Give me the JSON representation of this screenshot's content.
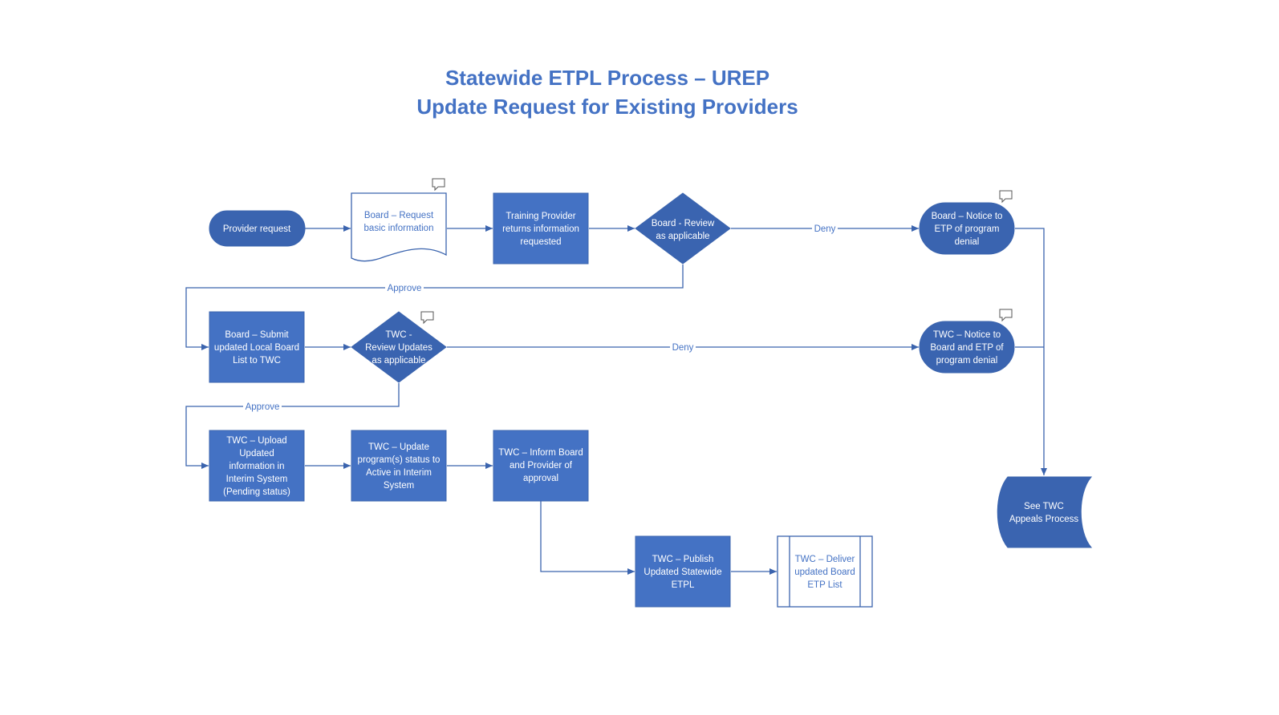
{
  "title": {
    "line1": "Statewide ETPL Process – UREP",
    "line2": "Update Request for Existing Providers"
  },
  "colors": {
    "fill": "#4472C4",
    "dark_fill": "#3A64B0",
    "stroke": "#3B64AE",
    "title": "#4472C4",
    "white": "#ffffff"
  },
  "nodes": {
    "provider_request": {
      "lines": [
        "Provider request"
      ]
    },
    "board_request_info": {
      "lines": [
        "Board – Request",
        "basic information"
      ]
    },
    "training_provider_returns": {
      "lines": [
        "Training Provider",
        "returns information",
        "requested"
      ]
    },
    "board_review": {
      "lines": [
        "Board - Review",
        "as applicable"
      ]
    },
    "board_notice_denial": {
      "lines": [
        "Board – Notice to",
        "ETP of program",
        "denial"
      ]
    },
    "board_submit_list": {
      "lines": [
        "Board – Submit",
        "updated Local Board",
        "List to TWC"
      ]
    },
    "twc_review_updates": {
      "lines": [
        "TWC -",
        "Review Updates",
        "as applicable"
      ]
    },
    "twc_notice_denial": {
      "lines": [
        "TWC – Notice to",
        "Board and ETP of",
        "program denial"
      ]
    },
    "twc_upload": {
      "lines": [
        "TWC – Upload",
        "Updated",
        "information in",
        "Interim System",
        "(Pending status)"
      ]
    },
    "twc_update_status": {
      "lines": [
        "TWC – Update",
        "program(s) status to",
        "Active in Interim",
        "System"
      ]
    },
    "twc_inform": {
      "lines": [
        "TWC – Inform Board",
        "and Provider of",
        "approval"
      ]
    },
    "twc_publish": {
      "lines": [
        "TWC – Publish",
        "Updated Statewide",
        "ETPL"
      ]
    },
    "twc_deliver": {
      "lines": [
        "TWC – Deliver",
        "updated Board",
        "ETP List"
      ]
    },
    "see_appeals": {
      "lines": [
        "See TWC",
        "Appeals Process"
      ]
    }
  },
  "edges": {
    "deny_board": "Deny",
    "approve_board": "Approve",
    "deny_twc": "Deny",
    "approve_twc": "Approve"
  }
}
